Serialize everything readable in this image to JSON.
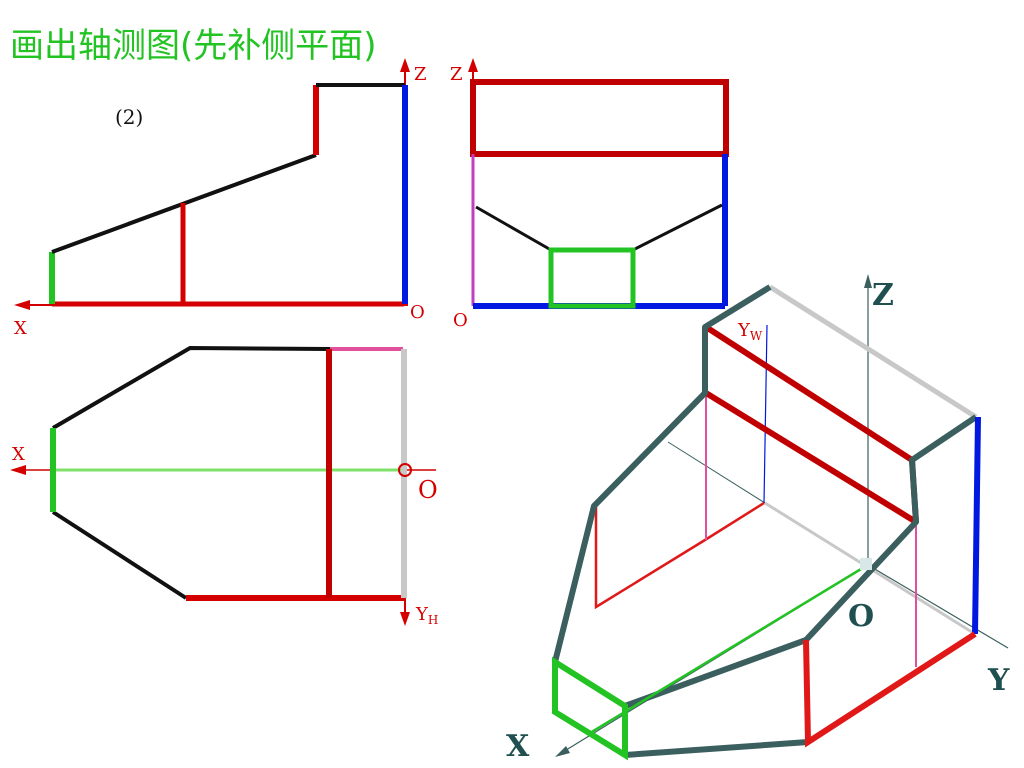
{
  "title": "画出轴测图(先补侧平面)",
  "problem_number": "(2)",
  "colors": {
    "title": "#22c322",
    "outline": "#111111",
    "red": "#d40000",
    "blue": "#0018e0",
    "green": "#22c322",
    "pink": "#e0509c",
    "gray": "#c8c8c8",
    "iso_edge": "#3b5f5f"
  },
  "front_view": {
    "axis_z": "Z",
    "axis_x": "X",
    "origin": "O"
  },
  "side_view": {
    "axis_z": "Z",
    "axis_origin": "O",
    "axis_yw": "Y",
    "axis_yw_sub": "W"
  },
  "top_view": {
    "axis_x": "X",
    "axis_origin": "O",
    "axis_yh": "Y",
    "axis_yh_sub": "H"
  },
  "isometric": {
    "axis_z": "Z",
    "axis_origin": "O",
    "axis_y": "Y",
    "axis_x": "X"
  }
}
